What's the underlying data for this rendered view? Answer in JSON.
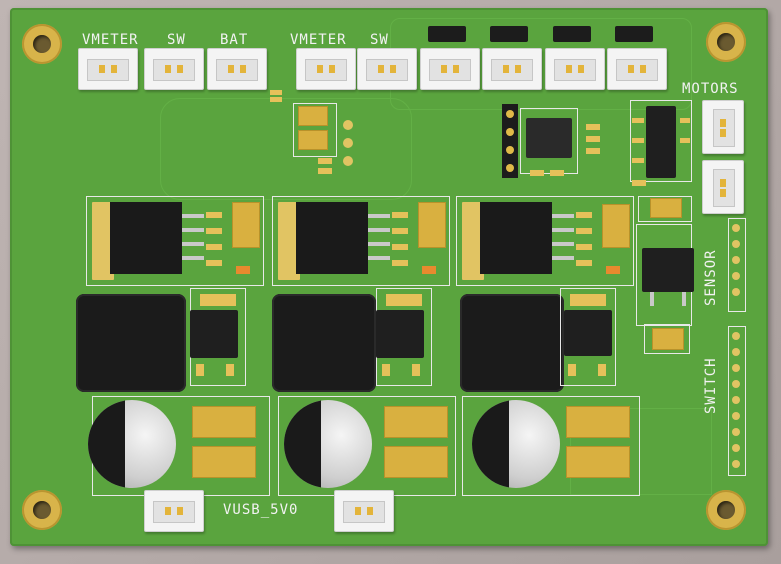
{
  "labels": {
    "vmeter1": "VMETER",
    "sw1": "SW",
    "bat": "BAT",
    "vmeter2": "VMETER",
    "sw2": "SW",
    "motors": "MOTORS",
    "sensor": "SENSOR",
    "switch": "SWITCH",
    "vusb": "VUSB_5V0"
  },
  "colors": {
    "board": "#5aa43e",
    "silkscreen": "#f2f2f2",
    "pad_gold": "#e1c463",
    "component_black": "#1f1f1f",
    "connector_white": "#f4f4f4",
    "tantalum": "#d9b040",
    "background": "#b8aeac"
  }
}
